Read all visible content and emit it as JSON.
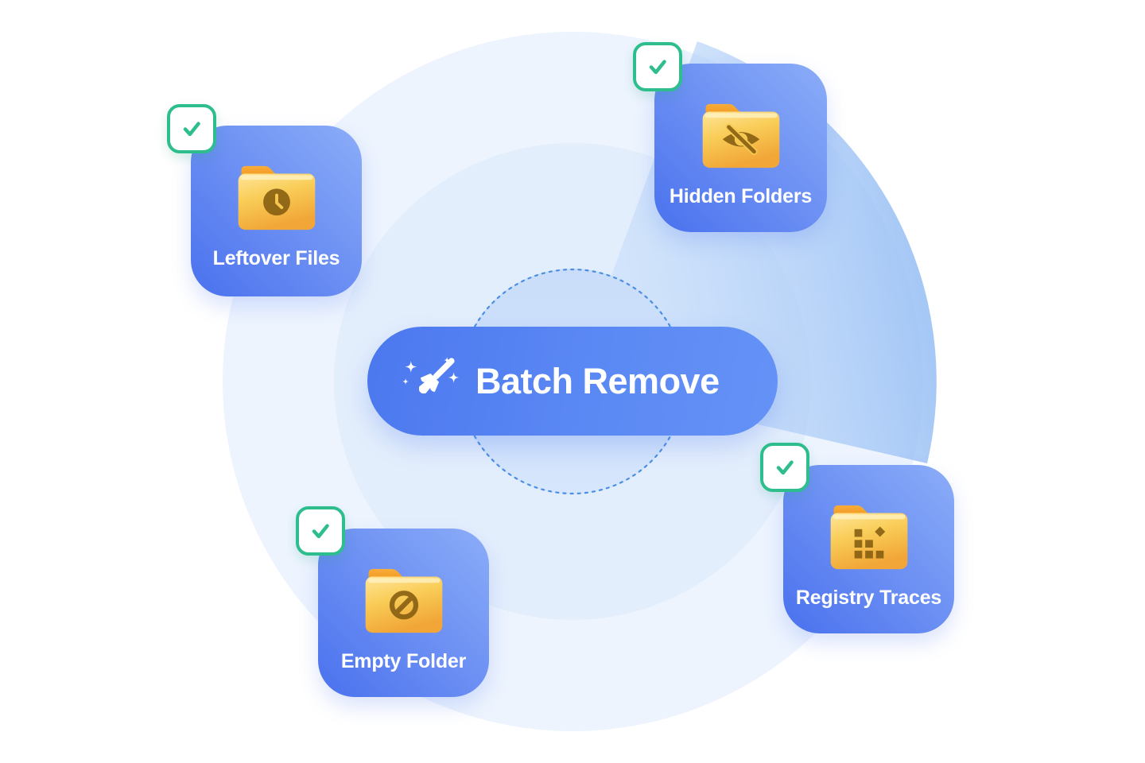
{
  "illustration": {
    "center_button": {
      "label": "Batch Remove",
      "icon": "broom-sparkles-icon"
    },
    "cards": [
      {
        "label": "Leftover Files",
        "icon": "folder-clock-icon",
        "checked": true
      },
      {
        "label": "Hidden Folders",
        "icon": "folder-hidden-eye-icon",
        "checked": true
      },
      {
        "label": "Empty Folder",
        "icon": "folder-blocked-icon",
        "checked": true
      },
      {
        "label": "Registry Traces",
        "icon": "folder-registry-icon",
        "checked": true
      }
    ],
    "colors": {
      "card_blue_light": "#8CADF8",
      "card_blue_deep": "#4A71EE",
      "pill_blue_left": "#4C78EF",
      "pill_blue_right": "#6492F6",
      "check_green": "#2EBE8D",
      "folder_face_orange": "#F1A637",
      "folder_tab_orange": "#EE8D14",
      "folder_glyph_brown": "#845D10",
      "ring_outer": "#EDF4FE",
      "ring_middle": "#E3EEFC",
      "inner_circle_blue": "#CDE0FA",
      "dashed_ring_blue": "#4A8FE2",
      "sweep_wedge_blue": "#A9CBF6"
    }
  }
}
